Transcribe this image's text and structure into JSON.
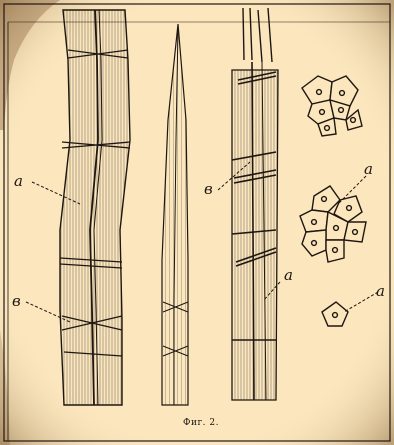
{
  "caption": "Фиг. 2.",
  "labels": {
    "fiber1_a": "a",
    "fiber1_b": "в",
    "fiber3_b": "в",
    "fiber3_a": "a",
    "cells_a_upper": "a",
    "cells_a_lower": "a"
  },
  "colors": {
    "paper": "#fbe6bd",
    "ink": "#1e1711",
    "vignette": "#8b6a40"
  }
}
